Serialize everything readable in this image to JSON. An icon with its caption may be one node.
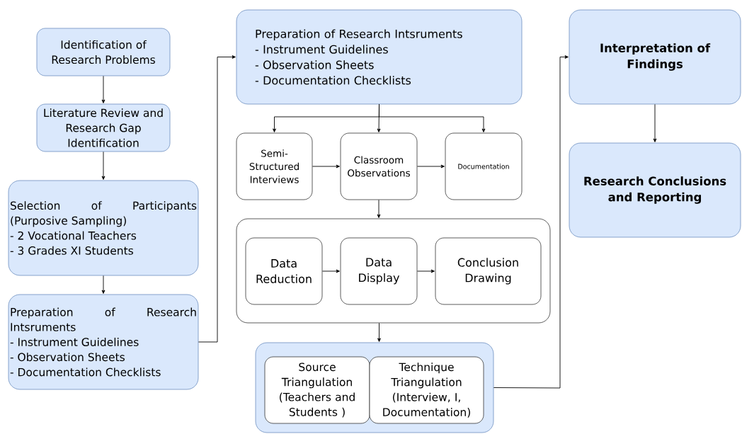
{
  "diagram": {
    "nodes": [
      {
        "text": [
          "Identification of Research Problems"
        ]
      },
      {
        "text": [
          "Literature Review and Research Gap Identification"
        ]
      },
      {
        "text": [
          "Selection of Participants (Purposive Sampling)",
          "- 2 Vocational Teachers",
          "- 3 Grades XI Students"
        ]
      },
      {
        "text": [
          "Preparation of Research Intsruments",
          "- Instrument Guidelines",
          "- Observation Sheets",
          "- Documentation Checklists"
        ]
      },
      {
        "text": [
          "Preparation of Research Intsruments",
          "- Instrument Guidelines",
          "- Observation Sheets",
          "- Documentation Checklists"
        ]
      },
      {
        "text": [
          "Semi-Structured Interviews"
        ]
      },
      {
        "text": [
          "Classroom Observations"
        ]
      },
      {
        "text": [
          "Documentation"
        ]
      },
      {
        "text": [],
        "shape": "box"
      },
      {
        "text": [
          "Data Reduction"
        ],
        "in": 8
      },
      {
        "text": [
          "Data Display"
        ],
        "in": 8
      },
      {
        "text": [
          "Conclusion Drawing"
        ],
        "in": 8
      },
      {
        "text": [],
        "shape": "box"
      },
      {
        "text": [
          "Source Triangulation (Teachers and Students )"
        ],
        "in": 12
      },
      {
        "text": [
          "Technique Triangulation (Interview, I, Documentation)"
        ],
        "in": 12
      },
      {
        "text": [
          "Interpretation of Findings"
        ]
      },
      {
        "text": [
          "Research Conclusions and Reporting"
        ]
      }
    ],
    "edges": [
      {
        "from": 0,
        "to": 1,
        "arrow": "to"
      },
      {
        "from": 1,
        "to": 2,
        "arrow": "to"
      },
      {
        "from": 2,
        "to": 3,
        "arrow": "to"
      },
      {
        "from": 3,
        "to": 4,
        "arrow": "to"
      },
      {
        "from": 4,
        "to": 5,
        "arrow": "to"
      },
      {
        "from": 4,
        "to": 6,
        "arrow": "to"
      },
      {
        "from": 4,
        "to": 7,
        "arrow": "to"
      },
      {
        "from": 5,
        "to": 6,
        "arrow": "to"
      },
      {
        "from": 6,
        "to": 7,
        "arrow": "to"
      },
      {
        "from": 6,
        "to": 8,
        "arrow": "to"
      },
      {
        "from": 9,
        "to": 10,
        "arrow": "to"
      },
      {
        "from": 10,
        "to": 11,
        "arrow": "to"
      },
      {
        "from": 8,
        "to": 12,
        "arrow": "to"
      },
      {
        "from": 12,
        "to": 15,
        "arrow": "to"
      },
      {
        "from": 15,
        "to": 16,
        "arrow": "to"
      }
    ]
  }
}
